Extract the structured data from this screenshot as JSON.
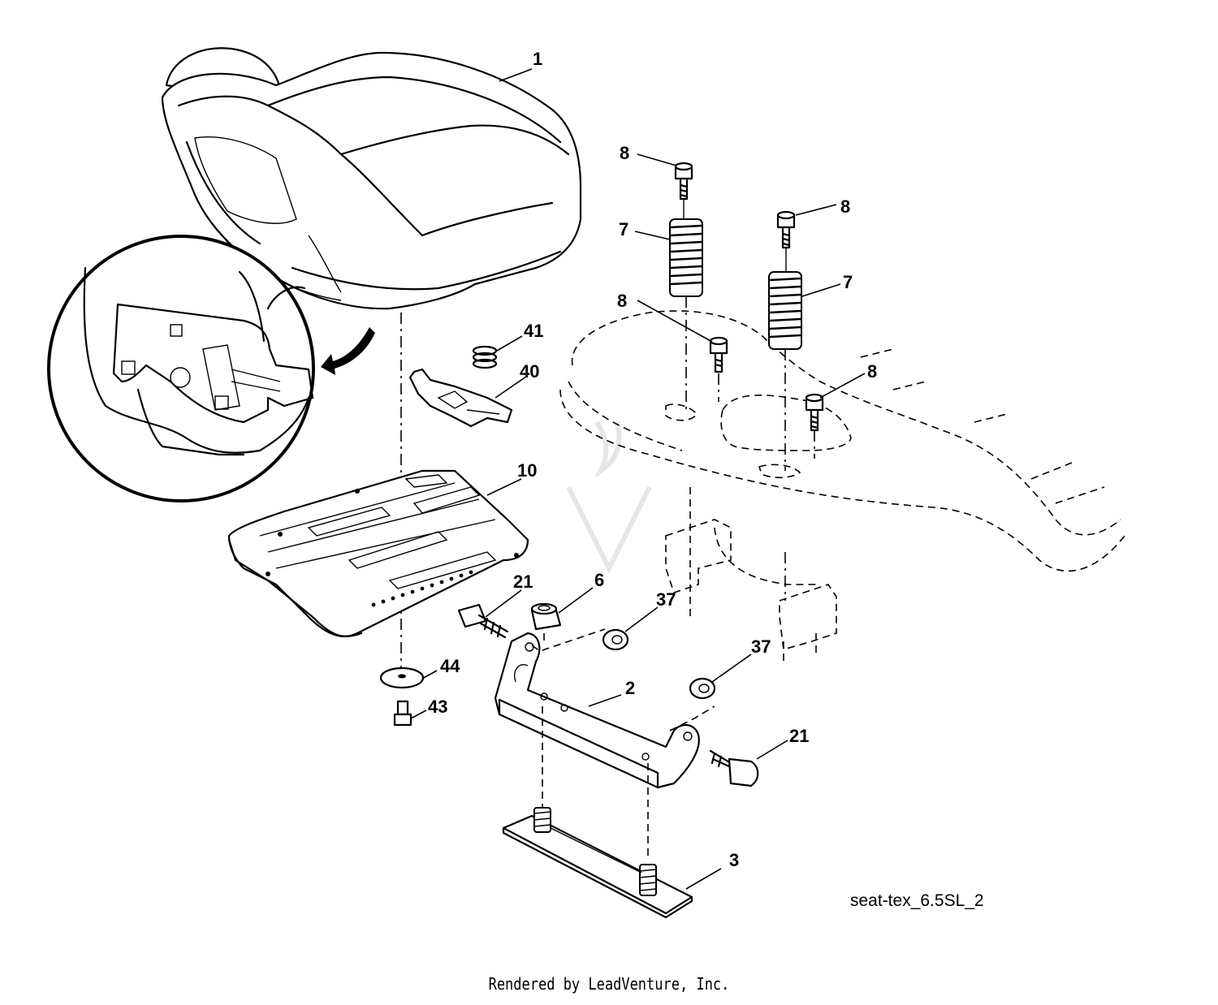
{
  "callouts": [
    {
      "id": "c1",
      "label": "1"
    },
    {
      "id": "c8a",
      "label": "8"
    },
    {
      "id": "c8b",
      "label": "8"
    },
    {
      "id": "c8c",
      "label": "8"
    },
    {
      "id": "c8d",
      "label": "8"
    },
    {
      "id": "c7a",
      "label": "7"
    },
    {
      "id": "c7b",
      "label": "7"
    },
    {
      "id": "c41",
      "label": "41"
    },
    {
      "id": "c40",
      "label": "40"
    },
    {
      "id": "c10",
      "label": "10"
    },
    {
      "id": "c21a",
      "label": "21"
    },
    {
      "id": "c6",
      "label": "6"
    },
    {
      "id": "c37a",
      "label": "37"
    },
    {
      "id": "c37b",
      "label": "37"
    },
    {
      "id": "c44",
      "label": "44"
    },
    {
      "id": "c43",
      "label": "43"
    },
    {
      "id": "c2",
      "label": "2"
    },
    {
      "id": "c21b",
      "label": "21"
    },
    {
      "id": "c3",
      "label": "3"
    }
  ],
  "diagram_code": "seat-tex_6.5SL_2",
  "credit": "Rendered by LeadVenture, Inc."
}
